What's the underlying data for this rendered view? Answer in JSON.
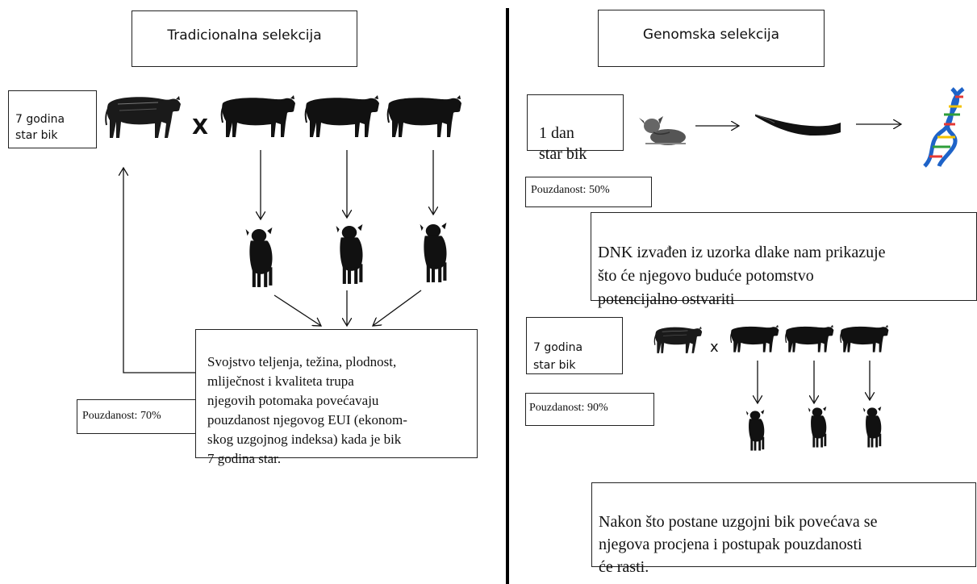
{
  "left": {
    "title": "Tradicionalna selekcija",
    "bull_age": "7 godina\nstar bik",
    "times": "X",
    "description": "Svojstvo teljenja, težina, plodnost,\nmliječnost i kvaliteta trupa\nnjegovih potomaka povećavaju\npouzdanost njegovog EUI (ekonom-\nskog uzgojnog indeksa) kada je bik\n7 godina star.",
    "reliability": "Pouzdanost: 70%"
  },
  "right": {
    "title": "Genomska selekcija",
    "calf_age": "1 dan\nstar bik",
    "reliability_1": "Pouzdanost: 50%",
    "dna_text": "DNK izvađen iz uzorka dlake nam prikazuje\nšto će njegovo buduće potomstvo\npotencijalno ostvariti",
    "bull_age": "7 godina\nstar bik",
    "times": "x",
    "reliability_2": "Pouzdanost: 90%",
    "after_text": "Nakon što postane uzgojni bik povećava se\nnjegova procjena i postupak pouzdanosti\nće rasti."
  },
  "colors": {
    "ink": "#111111",
    "dna_red": "#e53935",
    "dna_blue": "#1e63c8",
    "dna_yellow": "#f2c200",
    "dna_green": "#2e9e3a"
  }
}
